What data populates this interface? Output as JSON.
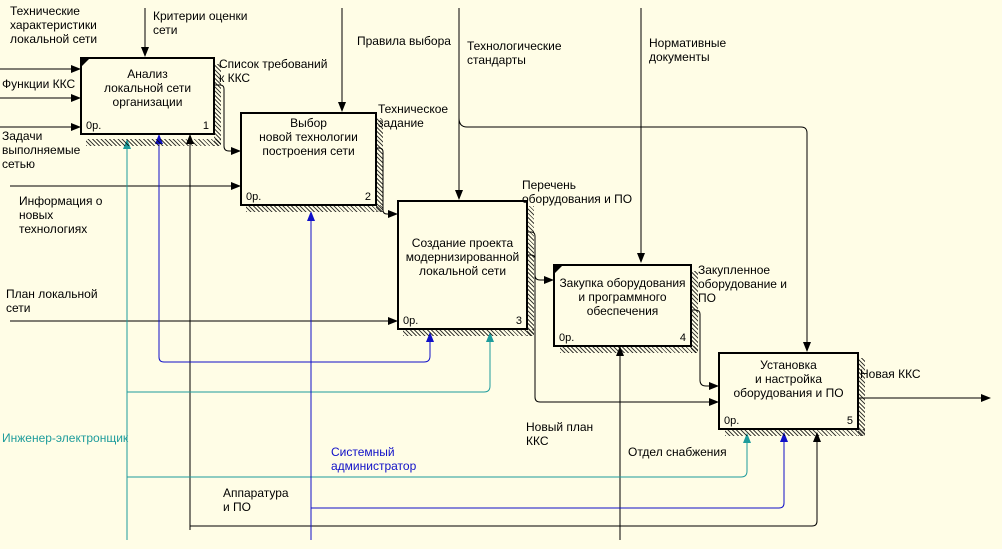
{
  "colors": {
    "background": "#fffde6",
    "line": "#000000",
    "teal": "#1e9c9c",
    "blue": "#1010c8"
  },
  "boxes": [
    {
      "title": "Анализ\nлокальной сети\nорганизации",
      "cost": "0р.",
      "number": "1"
    },
    {
      "title": "Выбор\nновой технологии\nпостроения сети",
      "cost": "0р.",
      "number": "2"
    },
    {
      "title": "Создание проекта\nмодернизированной\nлокальной сети",
      "cost": "0р.",
      "number": "3"
    },
    {
      "title": "Закупка оборудования\nи программного\nобеспечения",
      "cost": "0р.",
      "number": "4"
    },
    {
      "title": "Установка\nи настройка\nоборудования и ПО",
      "cost": "0р.",
      "number": "5"
    }
  ],
  "arrows": {
    "tech_chars": "Технические\nхарактеристики\nлокальной сети",
    "criteria": "Критерии оценки\nсети",
    "functions": "Функции ККС",
    "tasks": "Задачи\nвыполняемые\nсетью",
    "req_list": "Список требований\nк ККС",
    "selection_rules": "Правила выбора",
    "tech_standards": "Технологические\nстандарты",
    "normative_docs": "Нормативные\nдокументы",
    "tech_task": "Техническое\nзадание",
    "new_tech_info": "Информация о\nновых\nтехнологиях",
    "equipment_list": "Перечень\nоборудования и ПО",
    "purchased": "Закупленное\nоборудование и\nПО",
    "network_plan": "План локальной\nсети",
    "new_kks": "Новая ККС",
    "engineer": "Инженер-электронщик",
    "sysadmin": "Системный\nадминистратор",
    "new_plan": "Новый план\nККС",
    "supply_dept": "Отдел снабжения",
    "hardware_sw": "Аппаратура\nи ПО"
  }
}
